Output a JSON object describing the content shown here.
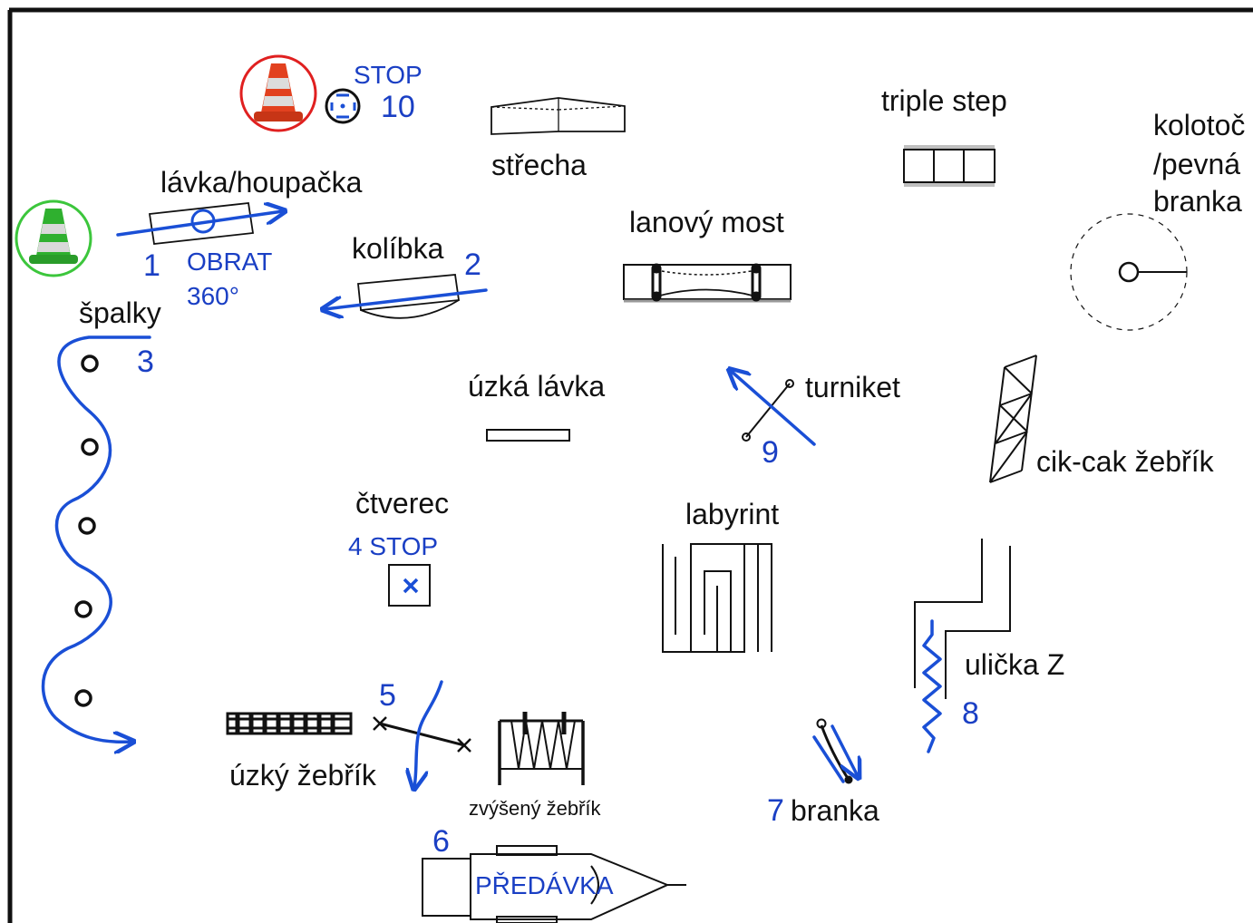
{
  "labels": {
    "lavka": "lávka/houpačka",
    "kolibka": "kolíbka",
    "spalky": "špalky",
    "strecha": "střecha",
    "lanovy_most": "lanový most",
    "triple_step": "triple step",
    "kolotoc_1": "kolotoč",
    "kolotoc_2": "/pevná",
    "kolotoc_3": "branka",
    "uzka_lavka": "úzká lávka",
    "turniket": "turniket",
    "cikcak": "cik-cak žebřík",
    "ctverec": "čtverec",
    "labyrint": "labyrint",
    "ulicka": "ulička Z",
    "uzky_zebrik": "úzký žebřík",
    "zvyseny_zebrik": "zvýšený žebřík",
    "branka": "branka"
  },
  "markers": {
    "stop_top": "STOP",
    "n10": "10",
    "n1": "1",
    "obrat": "OBRAT",
    "obrat_deg": "360°",
    "n2": "2",
    "n3": "3",
    "n4_stop": "4  STOP",
    "n5": "5",
    "n6": "6",
    "predavka": "PŘEDÁVKA",
    "n7": "7",
    "n8": "8",
    "n9": "9"
  },
  "colors": {
    "path": "#1a4fd6",
    "start_ring": "#3cc63c",
    "finish_ring": "#e02020",
    "ink": "#111111"
  },
  "icons": [
    "green-cone-icon",
    "red-cone-icon",
    "stopwatch-icon"
  ]
}
